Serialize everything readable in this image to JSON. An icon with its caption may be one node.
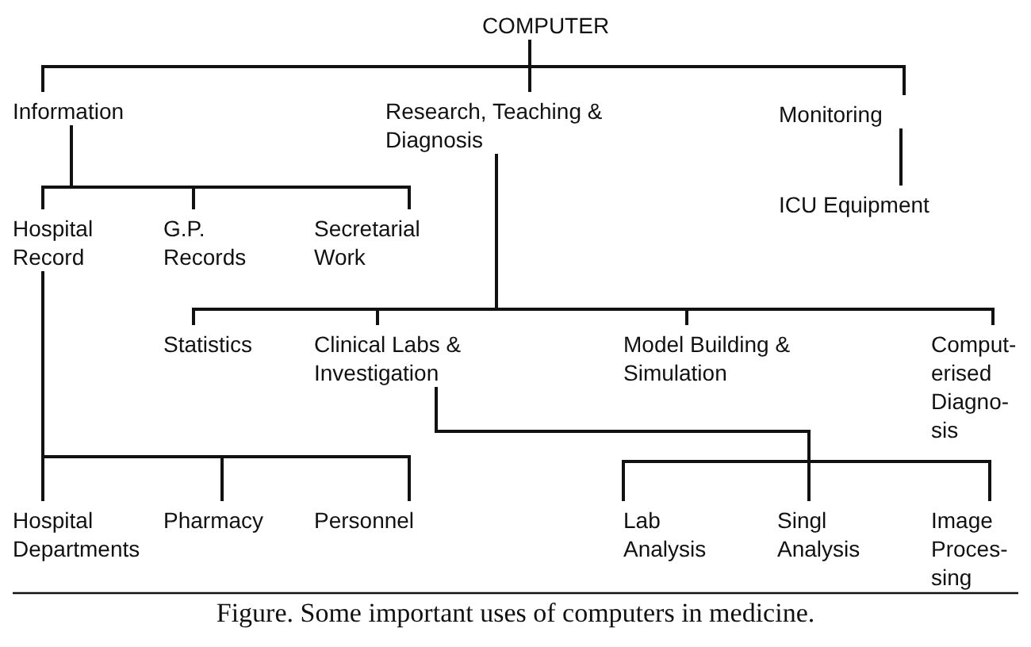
{
  "diagram": {
    "caption": "Figure. Some important uses of computers in medicine.",
    "nodes": [
      {
        "text": [
          "COMPUTER"
        ]
      },
      {
        "text": [
          "Information"
        ]
      },
      {
        "text": [
          "Research, Teaching & Diagnosis"
        ]
      },
      {
        "text": [
          "Monitoring"
        ]
      },
      {
        "text": [
          "ICU Equipment"
        ]
      },
      {
        "text": [
          "Hospital Record"
        ]
      },
      {
        "text": [
          "G.P. Records"
        ]
      },
      {
        "text": [
          "Secretarial Work"
        ]
      },
      {
        "text": [
          "Statistics"
        ]
      },
      {
        "text": [
          "Clinical Labs & Investigation"
        ]
      },
      {
        "text": [
          "Model Building & Simulation"
        ]
      },
      {
        "text": [
          "Comput- erised Diagno- sis"
        ]
      },
      {
        "text": [
          "Hospital Departments"
        ]
      },
      {
        "text": [
          "Pharmacy"
        ]
      },
      {
        "text": [
          "Personnel"
        ]
      },
      {
        "text": [
          "Lab Analysis"
        ]
      },
      {
        "text": [
          "Singl Analysis"
        ]
      },
      {
        "text": [
          "Image Proces- sing"
        ]
      }
    ],
    "edges": [
      {
        "from": 0,
        "to": 1,
        "arrow": "none"
      },
      {
        "from": 0,
        "to": 2,
        "arrow": "none"
      },
      {
        "from": 0,
        "to": 3,
        "arrow": "none"
      },
      {
        "from": 3,
        "to": 4,
        "arrow": "none"
      },
      {
        "from": 1,
        "to": 5,
        "arrow": "none"
      },
      {
        "from": 1,
        "to": 6,
        "arrow": "none"
      },
      {
        "from": 1,
        "to": 7,
        "arrow": "none"
      },
      {
        "from": 2,
        "to": 8,
        "arrow": "none"
      },
      {
        "from": 2,
        "to": 9,
        "arrow": "none"
      },
      {
        "from": 2,
        "to": 10,
        "arrow": "none"
      },
      {
        "from": 2,
        "to": 11,
        "arrow": "none"
      },
      {
        "from": 5,
        "to": 12,
        "arrow": "none"
      },
      {
        "from": 5,
        "to": 13,
        "arrow": "none"
      },
      {
        "from": 5,
        "to": 14,
        "arrow": "none"
      },
      {
        "from": 9,
        "to": 15,
        "arrow": "none"
      },
      {
        "from": 9,
        "to": 16,
        "arrow": "none"
      },
      {
        "from": 9,
        "to": 17,
        "arrow": "none"
      }
    ]
  }
}
